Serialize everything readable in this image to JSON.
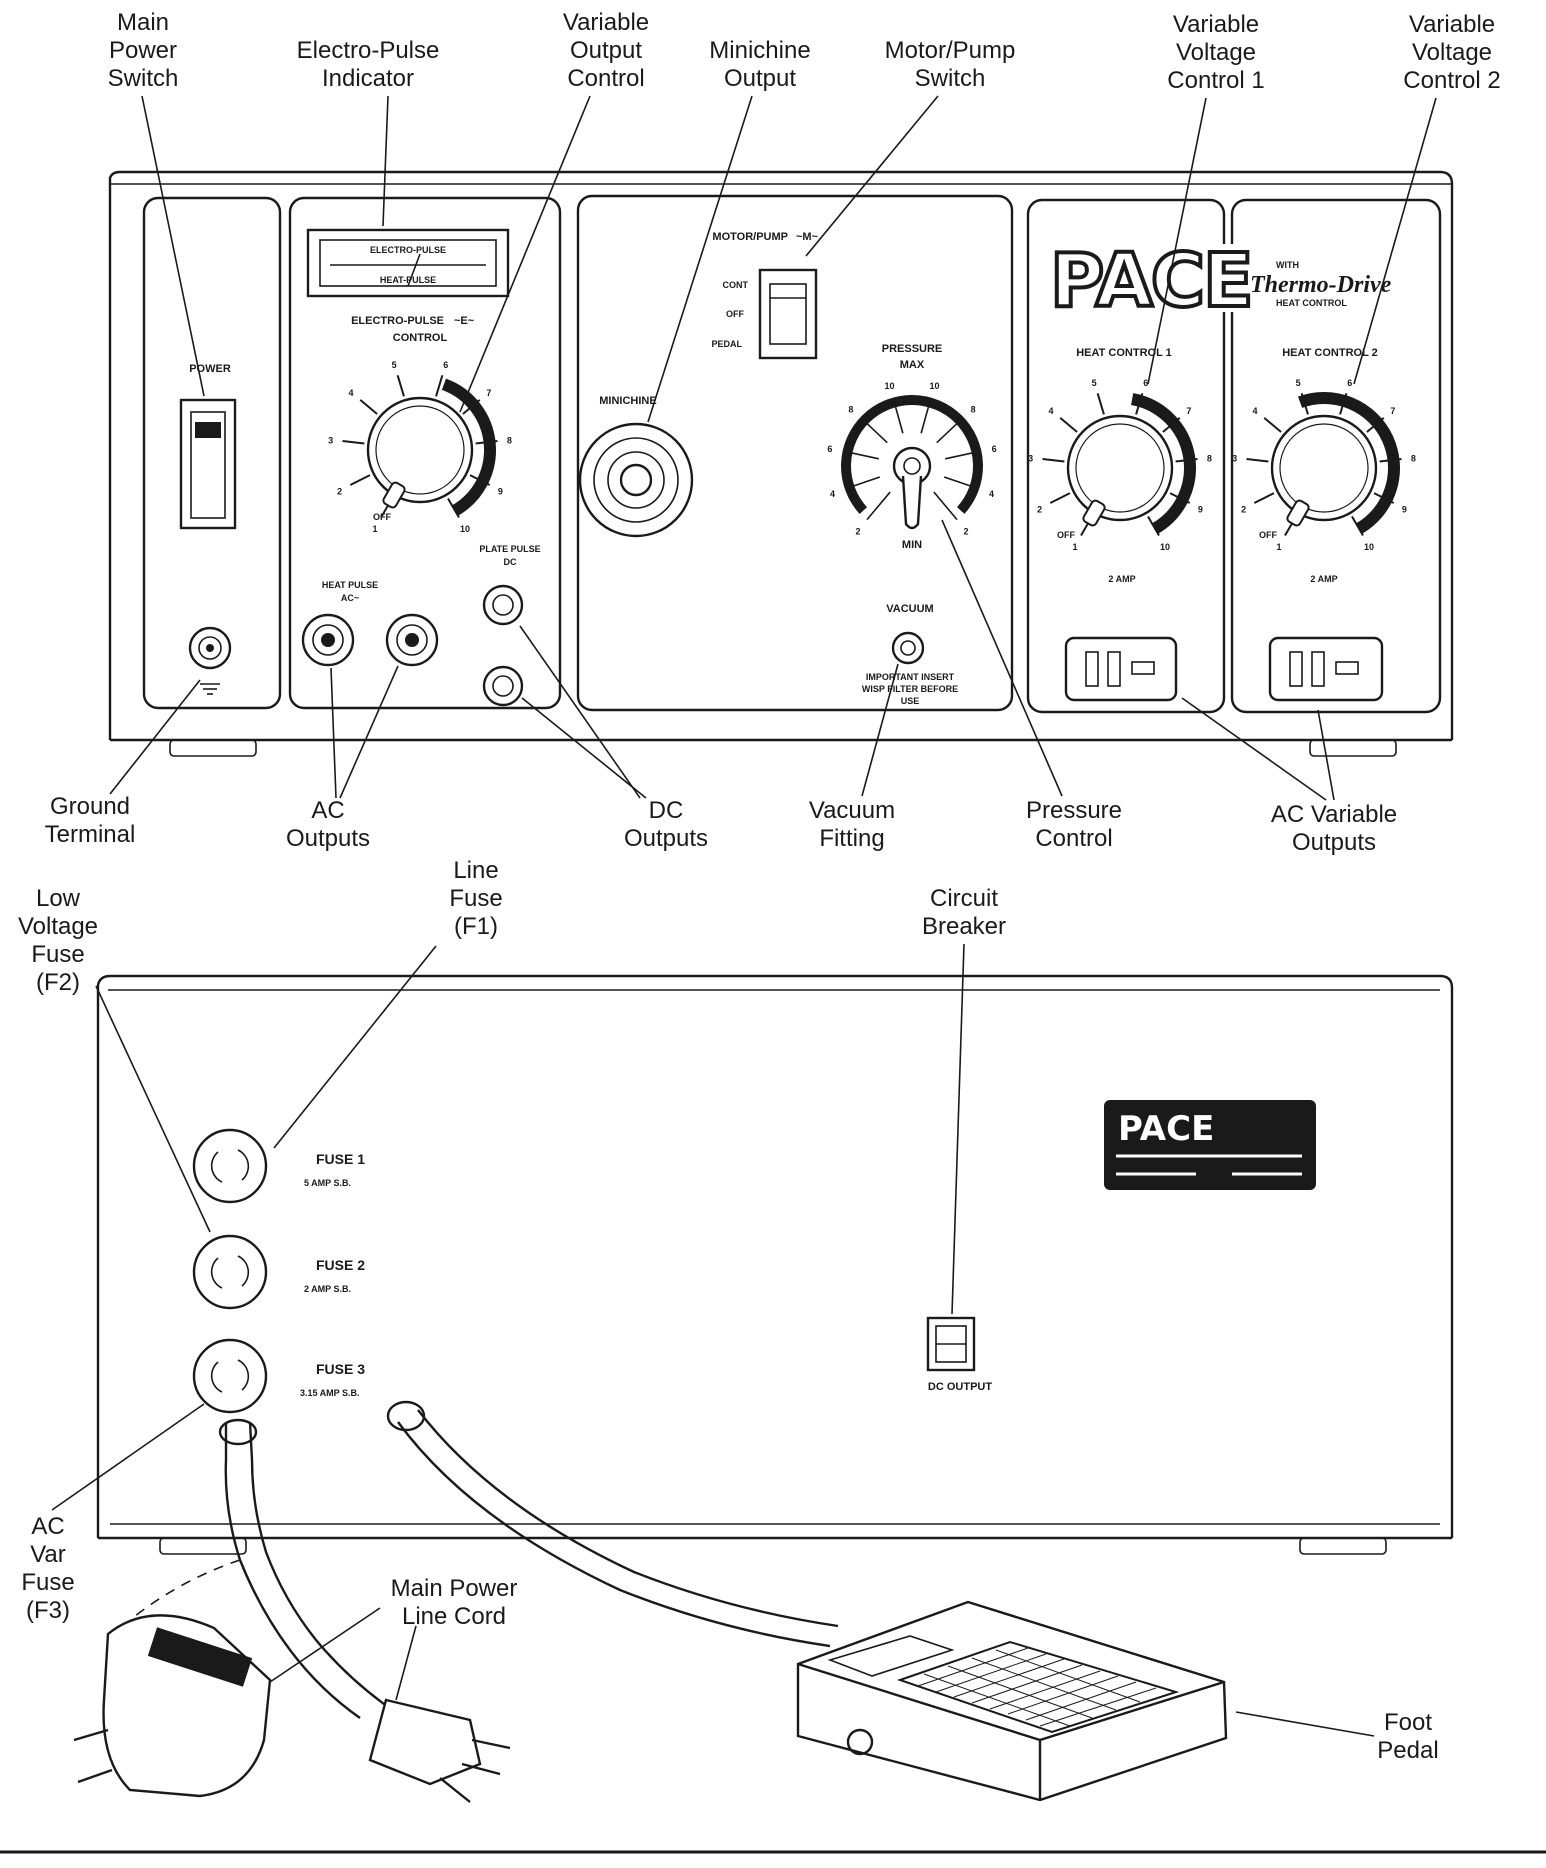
{
  "callouts": {
    "main_power_switch": [
      "Main",
      "Power",
      "Switch"
    ],
    "electro_pulse_indicator": [
      "Electro-Pulse",
      "Indicator"
    ],
    "variable_output_control": [
      "Variable",
      "Output",
      "Control"
    ],
    "minichine_output": [
      "Minichine",
      "Output"
    ],
    "motor_pump_switch": [
      "Motor/Pump",
      "Switch"
    ],
    "variable_voltage_control_1": [
      "Variable",
      "Voltage",
      "Control 1"
    ],
    "variable_voltage_control_2": [
      "Variable",
      "Voltage",
      "Control 2"
    ],
    "ground_terminal": [
      "Ground",
      "Terminal"
    ],
    "ac_outputs": [
      "AC",
      "Outputs"
    ],
    "dc_outputs": [
      "DC",
      "Outputs"
    ],
    "vacuum_fitting": [
      "Vacuum",
      "Fitting"
    ],
    "pressure_control": [
      "Pressure",
      "Control"
    ],
    "ac_variable_outputs": [
      "AC Variable",
      "Outputs"
    ],
    "low_voltage_fuse": [
      "Low",
      "Voltage",
      "Fuse",
      "(F2)"
    ],
    "line_fuse": [
      "Line",
      "Fuse",
      "(F1)"
    ],
    "circuit_breaker": [
      "Circuit",
      "Breaker"
    ],
    "ac_var_fuse": [
      "AC",
      "Var",
      "Fuse",
      "(F3)"
    ],
    "main_power_line_cord": [
      "Main Power",
      "Line Cord"
    ],
    "foot_pedal": [
      "Foot",
      "Pedal"
    ]
  },
  "front_panel": {
    "power_label": "POWER",
    "meter_scale_top": "ELECTRO-PULSE",
    "meter_scale_bottom": "HEAT-PULSE",
    "electro_pulse_title": "ELECTRO-PULSE",
    "electro_pulse_suffix": "~E~",
    "electro_pulse_sub": "CONTROL",
    "knob_off": "OFF",
    "heat_pulse_title": "HEAT PULSE",
    "heat_pulse_sub": "AC~",
    "plate_pulse_title": "PLATE PULSE",
    "plate_pulse_sub": "DC",
    "motor_pump_title": "MOTOR/PUMP",
    "motor_pump_suffix": "~M~",
    "switch_positions": [
      "CONT",
      "OFF",
      "PEDAL"
    ],
    "minichine_label": "MINICHINE",
    "pressure_title": "PRESSURE",
    "pressure_max": "MAX",
    "pressure_min": "MIN",
    "vacuum_label": "VACUUM",
    "vacuum_note": [
      "IMPORTANT INSERT",
      "WISP FILTER BEFORE",
      "USE"
    ],
    "brand": "PACE",
    "brand_with": "WITH",
    "thermo_drive": "Thermo-Drive",
    "heat_control_sub": "HEAT CONTROL",
    "heat_control_1": "HEAT CONTROL 1",
    "heat_control_2": "HEAT CONTROL 2",
    "amp_rating": "2 AMP"
  },
  "dial_numbers": [
    "1",
    "2",
    "3",
    "4",
    "5",
    "6",
    "7",
    "8",
    "9",
    "10"
  ],
  "rear_panel": {
    "fuse_1": "FUSE 1",
    "fuse_1_rating": "5 AMP S.B.",
    "fuse_2": "FUSE 2",
    "fuse_2_rating": "2 AMP S.B.",
    "fuse_3": "FUSE 3",
    "fuse_3_rating": "3.15 AMP S.B.",
    "dc_output": "DC OUTPUT",
    "nameplate_brand": "PACE"
  }
}
